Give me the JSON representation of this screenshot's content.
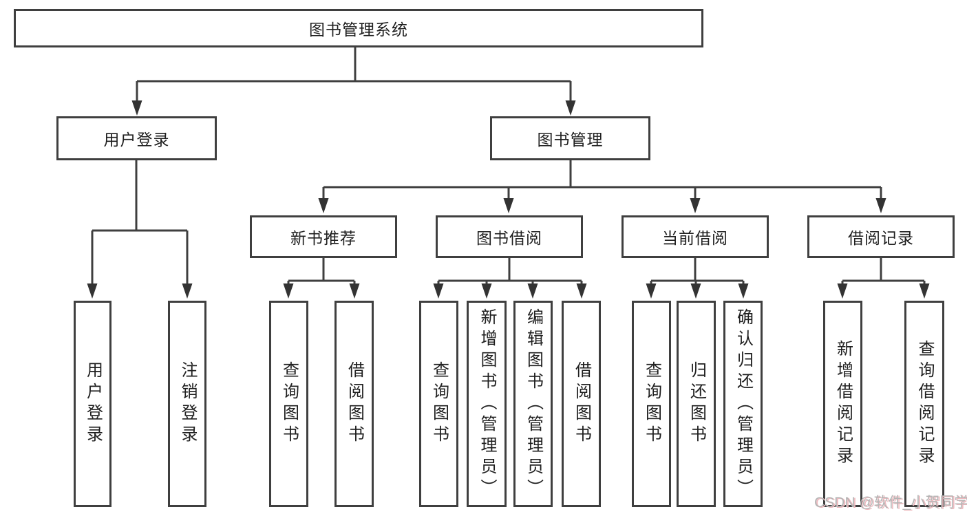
{
  "watermark": "CSDN @软件_小贺同学",
  "colors": {
    "line": "#3f3f3f",
    "box_border": "#3f3f3f",
    "text": "#1f1f1f",
    "background": "#ffffff",
    "watermark_text": "#b5b5b5",
    "watermark_shadow": "#eebabf"
  },
  "tree": {
    "root": {
      "label": "图书管理系统"
    },
    "children": [
      {
        "label": "用户登录",
        "children": [
          {
            "label": "用户登录"
          },
          {
            "label": "注销登录"
          }
        ]
      },
      {
        "label": "图书管理",
        "children": [
          {
            "label": "新书推荐",
            "children": [
              {
                "label": "查询图书"
              },
              {
                "label": "借阅图书"
              }
            ]
          },
          {
            "label": "图书借阅",
            "children": [
              {
                "label": "查询图书"
              },
              {
                "label": "新增图书（管理员）"
              },
              {
                "label": "编辑图书（管理员）"
              },
              {
                "label": "借阅图书"
              }
            ]
          },
          {
            "label": "当前借阅",
            "children": [
              {
                "label": "查询图书"
              },
              {
                "label": "归还图书"
              },
              {
                "label": "确认归还（管理员）"
              }
            ]
          },
          {
            "label": "借阅记录",
            "children": [
              {
                "label": "新增借阅记录"
              },
              {
                "label": "查询借阅记录"
              }
            ]
          }
        ]
      }
    ]
  }
}
